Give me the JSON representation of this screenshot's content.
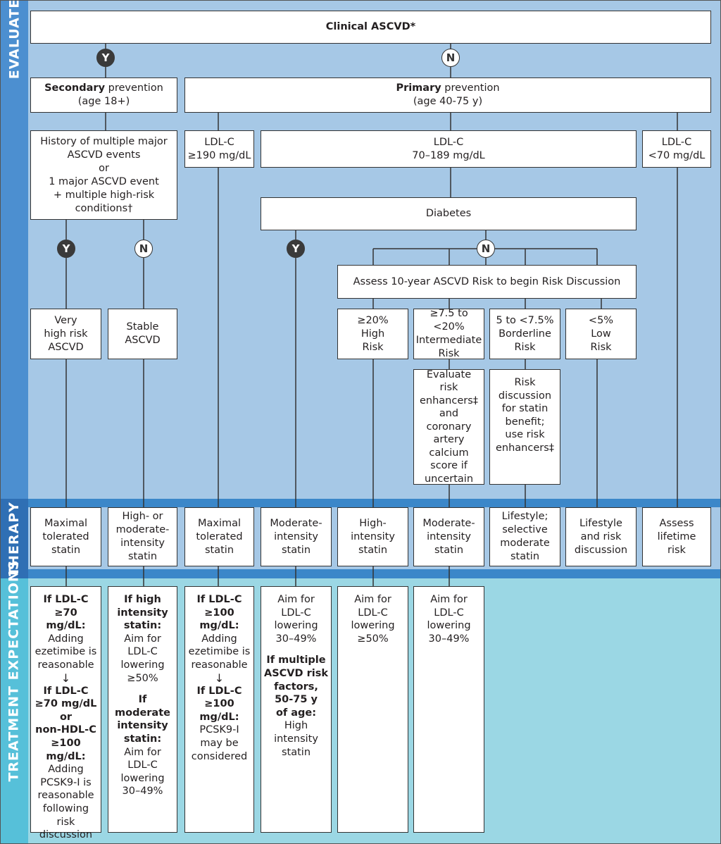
{
  "sections": {
    "evaluate": "EVALUATE",
    "therapy": "THERAPY",
    "treatment": "TREATMENT EXPECTATIONS"
  },
  "decision": {
    "yes": "Y",
    "no": "N"
  },
  "evaluate": {
    "clinical_ascvd": "Clinical ASCVD*",
    "secondary": {
      "bold": "Secondary",
      "rest": " prevention",
      "age": "(age 18+)"
    },
    "primary": {
      "bold": "Primary",
      "rest": " prevention",
      "age": "(age 40-75 y)"
    },
    "history": [
      "History of multiple major",
      "ASCVD events",
      "or",
      "1 major ASCVD event",
      "+ multiple high-risk",
      "conditions†"
    ],
    "ldl_190": [
      "LDL-C",
      "≥190 mg/dL"
    ],
    "ldl_70_189": [
      "LDL-C",
      "70–189 mg/dL"
    ],
    "ldl_lt70": [
      "LDL-C",
      "<70 mg/dL"
    ],
    "diabetes": "Diabetes",
    "assess_risk": "Assess 10-year ASCVD Risk to begin Risk Discussion",
    "very_high_risk": [
      "Very",
      "high risk",
      "ASCVD"
    ],
    "stable_ascvd": [
      "Stable",
      "ASCVD"
    ],
    "risk_high": [
      "≥20%",
      "High",
      "Risk"
    ],
    "risk_intermediate": [
      "≥7.5 to <20%",
      "Intermediate",
      "Risk"
    ],
    "risk_borderline": [
      "5 to <7.5%",
      "Borderline",
      "Risk"
    ],
    "risk_low": [
      "<5%",
      "Low",
      "Risk"
    ],
    "evaluate_enhancers": [
      "Evaluate",
      "risk",
      "enhancers‡",
      "and coronary",
      "artery",
      "calcium",
      "score if",
      "uncertain"
    ],
    "risk_discussion": [
      "Risk",
      "discussion",
      "for statin",
      "benefit;",
      "use risk",
      "enhancers‡"
    ]
  },
  "therapy": [
    [
      "Maximal",
      "tolerated",
      "statin"
    ],
    [
      "High- or",
      "moderate-",
      "intensity",
      "statin"
    ],
    [
      "Maximal",
      "tolerated",
      "statin"
    ],
    [
      "Moderate-",
      "intensity",
      "statin"
    ],
    [
      "High-",
      "intensity",
      "statin"
    ],
    [
      "Moderate-",
      "intensity",
      "statin"
    ],
    [
      "Lifestyle;",
      "selective",
      "moderate",
      "statin"
    ],
    [
      "Lifestyle",
      "and risk",
      "discussion"
    ],
    [
      "Assess",
      "lifetime",
      "risk"
    ]
  ],
  "expectations": {
    "col1": {
      "bold_a": [
        "If LDL-C",
        "≥70 mg/dL:"
      ],
      "text_a": [
        "Adding",
        "ezetimibe is",
        "reasonable"
      ],
      "arrow": "↓",
      "bold_b": [
        "If LDL-C",
        "≥70 mg/dL",
        "or",
        "non-HDL-C",
        "≥100 mg/dL:"
      ],
      "text_b": [
        "Adding",
        "PCSK9-I is",
        "reasonable",
        "following",
        "risk",
        "discussion"
      ]
    },
    "col2": {
      "bold_a": [
        "If high",
        "intensity",
        "statin:"
      ],
      "text_a": [
        "Aim for",
        "LDL-C",
        "lowering",
        "≥50%"
      ],
      "bold_b": [
        "If",
        "moderate",
        "intensity",
        "statin:"
      ],
      "text_b": [
        "Aim for",
        "LDL-C",
        "lowering",
        "30–49%"
      ]
    },
    "col3": {
      "bold_a": [
        "If LDL-C",
        "≥100 mg/dL:"
      ],
      "text_a": [
        "Adding",
        "ezetimibe is",
        "reasonable"
      ],
      "arrow": "↓",
      "bold_b": [
        "If LDL-C",
        "≥100 mg/dL:"
      ],
      "text_b": [
        "PCSK9-I",
        "may be",
        "considered"
      ]
    },
    "col4": {
      "text_a": [
        "Aim for",
        "LDL-C",
        "lowering",
        "30–49%"
      ],
      "bold_b": [
        "If multiple",
        "ASCVD risk",
        "factors,",
        "50-75 y",
        "of age:"
      ],
      "text_b": [
        "High",
        "intensity",
        "statin"
      ]
    },
    "col5": {
      "text_a": [
        "Aim for",
        "LDL-C",
        "lowering",
        "≥50%"
      ]
    },
    "col6": {
      "text_a": [
        "Aim for",
        "LDL-C",
        "lowering",
        "30–49%"
      ]
    }
  },
  "colors": {
    "evaluate_bg": "#a6c8e6",
    "evaluate_bar": "#4c8fd0",
    "therapy_bar": "#2f6fb4",
    "treatment_bg": "#9bd7e4",
    "treatment_bar": "#56c0d9"
  }
}
